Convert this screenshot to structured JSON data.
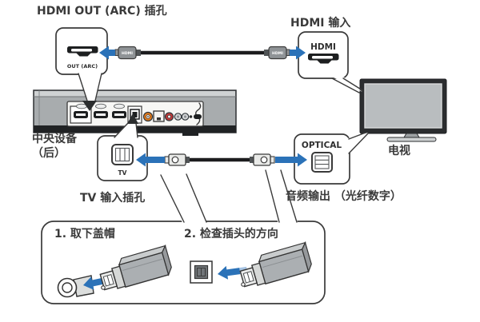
{
  "labels": {
    "hdmi_out_jack": "HDMI OUT (ARC) 插孔",
    "hdmi_in": "HDMI 输入",
    "center_unit_line1": "中央设备",
    "center_unit_line2": "（后）",
    "tv_input_jack": "TV 输入插孔",
    "audio_output_optical": "音频输出 （光纤数字）",
    "tv": "电视"
  },
  "callout_ports": {
    "hdmi_out": "OUT (ARC)",
    "hdmi_in": "HDMI",
    "optical": "OPTICAL",
    "tv_optical": "TV"
  },
  "connectors": {
    "hdmi_plug_label": "HDMI"
  },
  "steps": {
    "step1": "1. 取下盖帽",
    "step2": "2. 检查插头的方向"
  },
  "icons": {
    "hdmi_port": "trapezoid-socket-shape",
    "optical_port": "square-socket-shape",
    "toslink_plug": "3d-plug-shape",
    "direction_arrow": "solid-blue-arrow"
  },
  "colors": {
    "background": "#ffffff",
    "outline_dark": "#3a3a3a",
    "arrow_blue": "#2b72b8",
    "soundbar_body": "#a8acae",
    "soundbar_bottom": "#202224",
    "coax_orange": "#e0791c",
    "rca_red": "#c23a3a",
    "tv_frame": "#2b2d2f",
    "tv_screen": "#b9bdbf",
    "cable_black": "#1c1c1e"
  }
}
